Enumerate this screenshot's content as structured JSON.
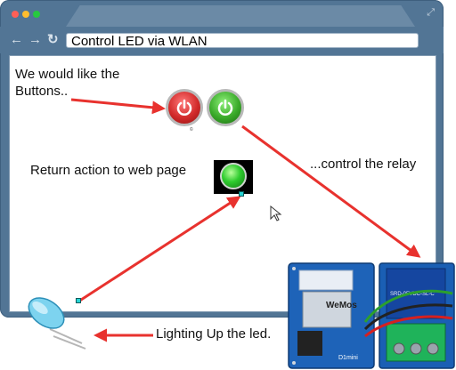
{
  "window": {
    "address_text": "Control LED via WLAN",
    "back_glyph": "←",
    "forward_glyph": "→",
    "reload_glyph": "↻",
    "resize_glyph": "⤢"
  },
  "annotations": {
    "buttons_line1": "We would like the",
    "buttons_line2": "Buttons..",
    "return_action": "Return action to web page",
    "control_relay": "...control the relay",
    "lighting_up": "Lighting Up the led."
  },
  "boards": {
    "wemos_line1": "WeMos",
    "wemos_line2": "D1mini",
    "relay_text": "SRD-05VDC-SL-C"
  },
  "colors": {
    "frame": "#527595",
    "arrow": "#e8322e",
    "red_button": "#d22a2a",
    "green_button": "#3aaa2a",
    "led_indicator": "#2ecc2e",
    "wemos_board": "#1e63b8",
    "relay_board": "#1a5fb4",
    "terminal": "#1fb35a",
    "connector": "#27d4d4"
  }
}
